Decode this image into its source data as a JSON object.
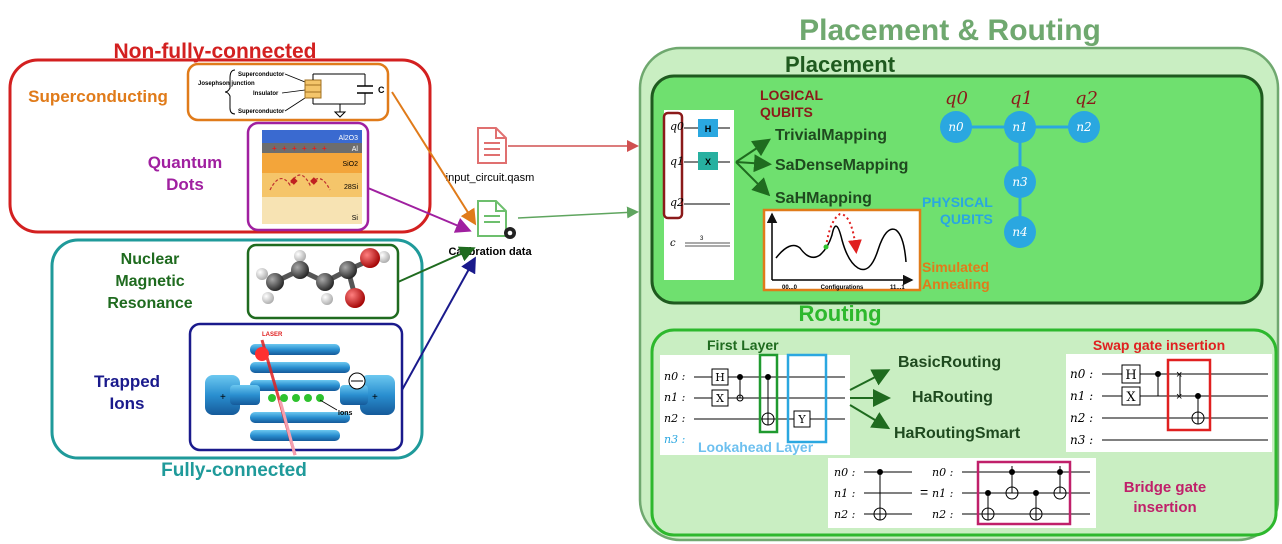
{
  "colors": {
    "red": "#d32020",
    "orange": "#e07b1a",
    "purple": "#a020a0",
    "teal": "#1f9a9a",
    "darkgreen": "#1f6b1f",
    "navy": "#1a1a8c",
    "placement_green": "#5fa55f",
    "light_green": "#c9eec2",
    "inner_green": "#6fe06f",
    "routing_green": "#2db82d",
    "qubit_blue": "#2aa7e0",
    "maroon": "#8b1a1a",
    "magenta": "#c0206a"
  },
  "left": {
    "non_fully_connected": "Non-fully-connected",
    "fully_connected": "Fully-connected",
    "superconducting": "Superconducting",
    "sc_josephson": "Josephson junction",
    "sc_superconductor_top": "Superconductor",
    "sc_insulator": "Insulator",
    "sc_superconductor_bottom": "Superconductor",
    "sc_capacitor": "C",
    "quantum_dots": [
      "Quantum",
      "Dots"
    ],
    "qd_layers": [
      "Al2O3",
      "Al",
      "SiO2",
      "28Si",
      "Si"
    ],
    "nmr": [
      "Nuclear",
      "Magnetic",
      "Resonance"
    ],
    "trapped_ions": [
      "Trapped",
      "Ions"
    ],
    "ti_laser": "LASER",
    "ti_ions": "Ions"
  },
  "middle": {
    "input_file": "input_circuit.qasm",
    "calibration": "Calibration data"
  },
  "right": {
    "title": "Placement & Routing",
    "placement": {
      "title": "Placement",
      "logical": [
        "LOGICAL",
        "QUBITS"
      ],
      "physical": [
        "PHYSICAL",
        "QUBITS"
      ],
      "mappings": [
        "TrivialMapping",
        "SaDenseMapping",
        "SaHMapping"
      ],
      "gates": [
        "H",
        "X"
      ],
      "logical_qubits": [
        "q0",
        "q1",
        "q2"
      ],
      "classical": "c",
      "classical_width": "3",
      "physical_labels": [
        "q0",
        "q1",
        "q2"
      ],
      "nodes": [
        "n0",
        "n1",
        "n2",
        "n3",
        "n4"
      ],
      "sa_label": [
        "Simulated",
        "Annealing"
      ],
      "sa_axis": [
        "00...0",
        "Configurations",
        "11...1"
      ]
    },
    "routing": {
      "title": "Routing",
      "first_layer": "First Layer",
      "lookahead_layer": "Lookahead Layer",
      "methods": [
        "BasicRouting",
        "HaRouting",
        "HaRoutingSmart"
      ],
      "swap_title": "Swap gate insertion",
      "bridge_title": [
        "Bridge gate",
        "insertion"
      ],
      "wire_labels": [
        "n0 :",
        "n1 :",
        "n2 :",
        "n3 :"
      ],
      "gates": [
        "H",
        "X",
        "Y"
      ],
      "equals": "="
    }
  }
}
